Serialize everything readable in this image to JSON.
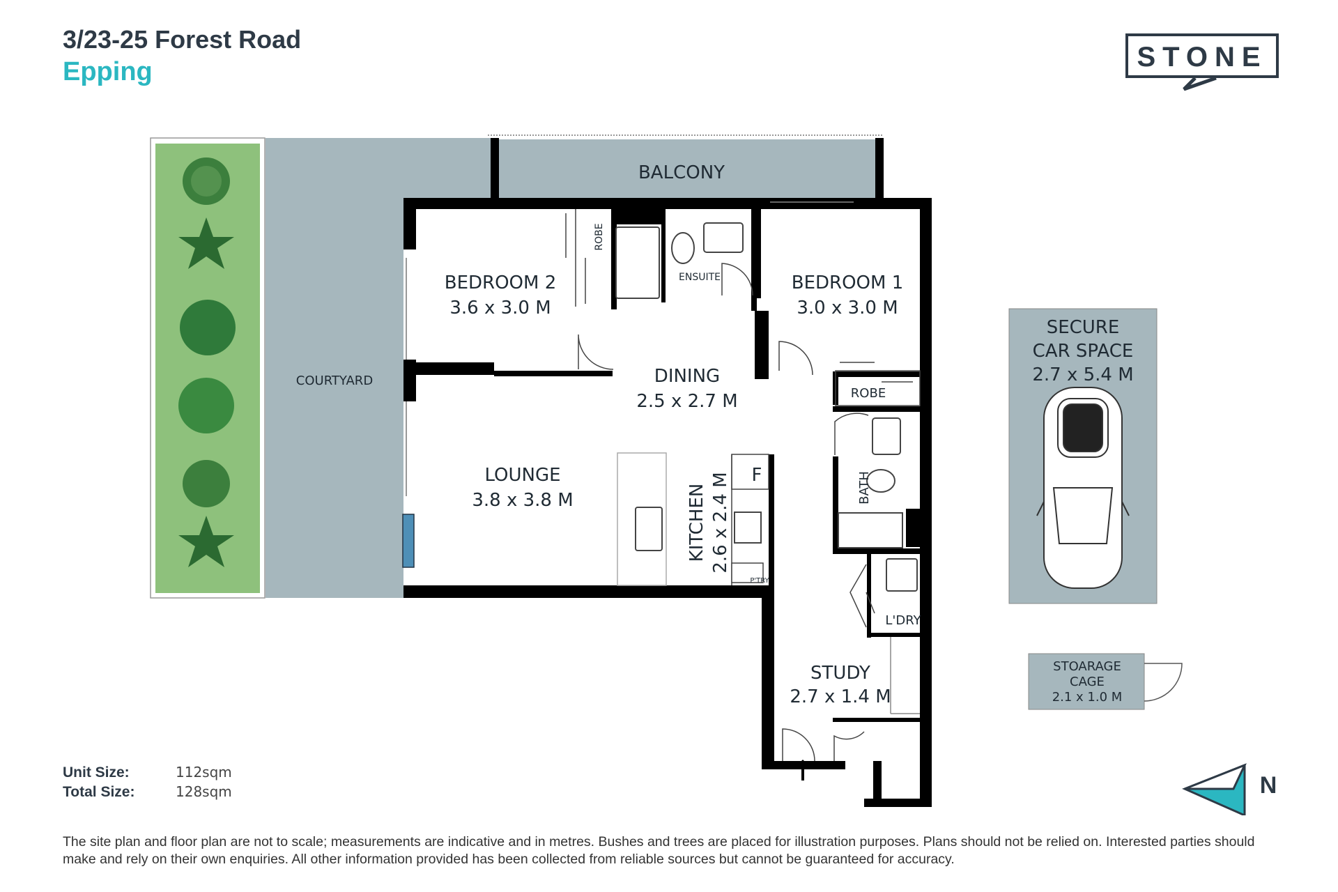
{
  "header": {
    "address": "3/23-25 Forest Road",
    "suburb": "Epping"
  },
  "logo": {
    "text": "STONE"
  },
  "rooms": {
    "balcony": "BALCONY",
    "courtyard": "COURTYARD",
    "bedroom2": {
      "name": "BEDROOM 2",
      "size": "3.6 x 3.0 M"
    },
    "bedroom1": {
      "name": "BEDROOM 1",
      "size": "3.0 x 3.0 M"
    },
    "dining": {
      "name": "DINING",
      "size": "2.5 x 2.7 M"
    },
    "lounge": {
      "name": "LOUNGE",
      "size": "3.8 x 3.8 M"
    },
    "kitchen": {
      "name": "KITCHEN",
      "size": "2.6 x 2.4 M"
    },
    "study": {
      "name": "STUDY",
      "size": "2.7 x 1.4 M"
    },
    "ensuite": "ENSUITE",
    "bath": "BATH",
    "robe1": "ROBE",
    "robe2": "ROBE",
    "laundry": "L'DRY",
    "pantry": "P'TRY",
    "fridge": "F"
  },
  "car_space": {
    "line1": "SECURE",
    "line2": "CAR SPACE",
    "size": "2.7 x 5.4 M"
  },
  "storage": {
    "line1": "STOARAGE",
    "line2": "CAGE",
    "size": "2.1 x 1.0 M"
  },
  "sizes": {
    "unit_label": "Unit Size:",
    "unit_value": "112sqm",
    "total_label": "Total Size:",
    "total_value": "128sqm"
  },
  "north": {
    "label": "N"
  },
  "disclaimer": "The site plan and floor plan are not to scale; measurements are indicative and in metres. Bushes and trees are placed for illustration purposes. Plans should not be relied on. Interested parties should make and rely on their own enquiries. All other information provided has been collected from reliable sources but cannot be guaranteed for accuracy.",
  "colors": {
    "wall": "#000000",
    "outdoor": "#a6b7bd",
    "garden": "#8ec17c",
    "accent": "#2bb7c1",
    "text": "#2e3a46"
  }
}
